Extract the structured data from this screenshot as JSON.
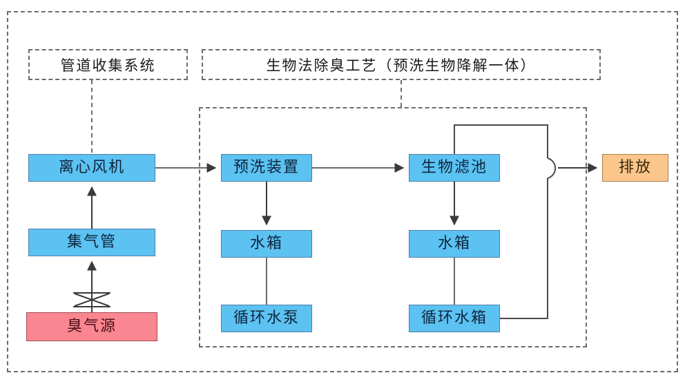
{
  "diagram": {
    "title": "",
    "colors": {
      "node_blue": "#5bc2f2",
      "node_pink": "#fa8691",
      "node_orange": "#fac68c",
      "border_dashed": "#6b6b6b",
      "connector": "#4a4a4a"
    },
    "group_labels": [
      {
        "id": "pipeline-collection",
        "text": "管道收集系统"
      },
      {
        "id": "bio-deodorization",
        "text": "生物法除臭工艺（预洗生物降解一体）"
      }
    ],
    "nodes": [
      {
        "id": "centrifugal-fan",
        "text": "离心风机",
        "type": "blue"
      },
      {
        "id": "gas-collection-pipe",
        "text": "集气管",
        "type": "blue"
      },
      {
        "id": "odor-source",
        "text": "臭气源",
        "type": "pink"
      },
      {
        "id": "prewash-device",
        "text": "预洗装置",
        "type": "blue"
      },
      {
        "id": "prewash-water-tank",
        "text": "水箱",
        "type": "blue"
      },
      {
        "id": "circulation-pump",
        "text": "循环水泵",
        "type": "blue"
      },
      {
        "id": "biofilter",
        "text": "生物滤池",
        "type": "blue"
      },
      {
        "id": "biofilter-water-tank",
        "text": "水箱",
        "type": "blue"
      },
      {
        "id": "circulation-tank",
        "text": "循环水箱",
        "type": "blue"
      },
      {
        "id": "discharge",
        "text": "排放",
        "type": "orange"
      }
    ],
    "edges": [
      {
        "from": "odor-source",
        "to": "gas-collection-pipe",
        "arrow": true,
        "symbol": "valve"
      },
      {
        "from": "gas-collection-pipe",
        "to": "centrifugal-fan",
        "arrow": true,
        "symbol": "none"
      },
      {
        "from": "centrifugal-fan",
        "to": "prewash-device",
        "arrow": true,
        "symbol": "none"
      },
      {
        "from": "prewash-device",
        "to": "biofilter",
        "arrow": true,
        "symbol": "none"
      },
      {
        "from": "prewash-device",
        "to": "prewash-water-tank",
        "arrow": true,
        "symbol": "none"
      },
      {
        "from": "prewash-water-tank",
        "to": "circulation-pump",
        "arrow": false,
        "symbol": "none"
      },
      {
        "from": "biofilter",
        "to": "biofilter-water-tank",
        "arrow": true,
        "symbol": "none"
      },
      {
        "from": "biofilter-water-tank",
        "to": "circulation-tank",
        "arrow": false,
        "symbol": "none"
      },
      {
        "from": "biofilter",
        "to": "merge-junction",
        "arrow": false,
        "symbol": "none"
      },
      {
        "from": "circulation-tank",
        "to": "merge-junction",
        "arrow": false,
        "symbol": "none"
      },
      {
        "from": "merge-junction",
        "to": "discharge",
        "arrow": true,
        "symbol": "none"
      }
    ],
    "symbols": [
      {
        "id": "valve-symbol",
        "kind": "bowtie-valve"
      },
      {
        "id": "merge-junction",
        "kind": "merge-arc"
      }
    ]
  }
}
